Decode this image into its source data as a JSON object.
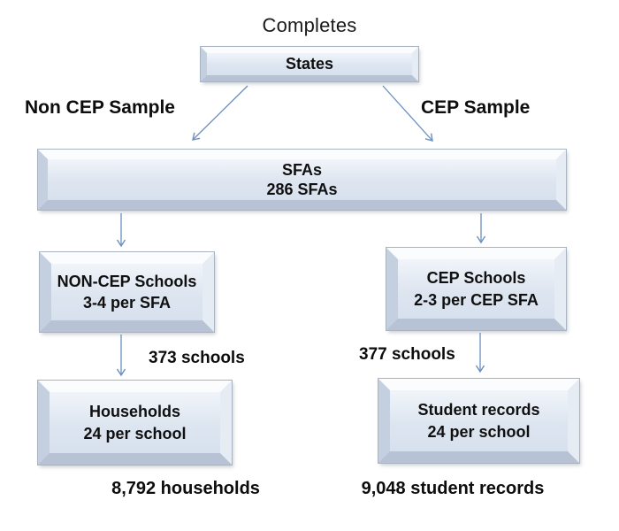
{
  "title": "Completes",
  "branches": {
    "left_label": "Non CEP Sample",
    "right_label": "CEP Sample"
  },
  "boxes": {
    "states": {
      "title": "States"
    },
    "sfas": {
      "title": "SFAs",
      "subtitle": "286 SFAs"
    },
    "non_cep_schools": {
      "title": "NON-CEP Schools",
      "subtitle": "3-4 per SFA"
    },
    "cep_schools": {
      "title": "CEP Schools",
      "subtitle": "2-3 per CEP SFA"
    },
    "households": {
      "title": "Households",
      "subtitle": "24 per school"
    },
    "student_records": {
      "title": "Student records",
      "subtitle": "24 per school"
    }
  },
  "flow_labels": {
    "non_cep_schools_count": "373 schools",
    "cep_schools_count": "377 schools"
  },
  "totals": {
    "households": "8,792 households",
    "student_records": "9,048 student records"
  },
  "colors": {
    "arrow": "#6a8fc0",
    "box_fill_top": "#f1f5fa",
    "box_fill_bottom": "#d7e1ee",
    "box_bevel_dark": "#b7c3d4",
    "text": "#141414"
  }
}
